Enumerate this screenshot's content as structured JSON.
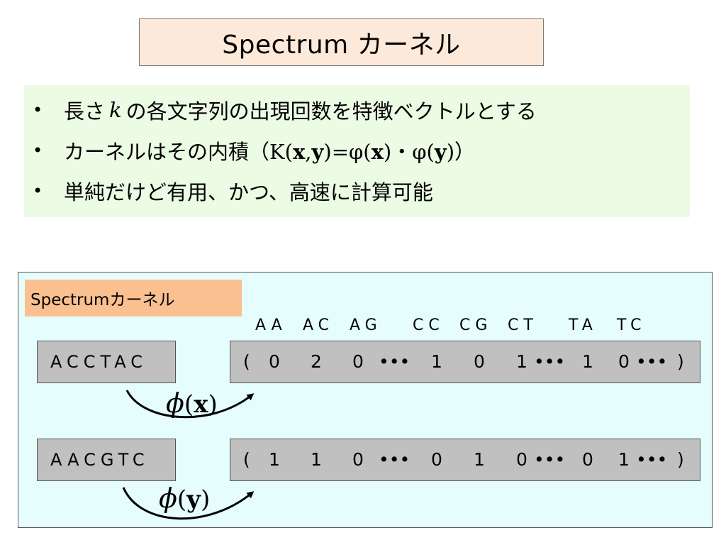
{
  "title": "Spectrum カーネル",
  "bullets": {
    "marker": "•",
    "item1": {
      "before": "長さ",
      "var": "k",
      "after": "の各文字列の出現回数を特徴ベクトルとする"
    },
    "item2": {
      "text": "カーネルはその内積（",
      "K": "K(",
      "x1": "x",
      "comma": ",",
      "y1": "y",
      "eq": ")=φ(",
      "x2": "x",
      "dot": ")・φ(",
      "y2": "y",
      "close": ")",
      "end": "）"
    },
    "item3": {
      "text": "単純だけど有用、かつ、高速に計算可能"
    }
  },
  "diagram": {
    "label": "Spectrumカーネル",
    "headers": [
      "AA",
      "AC",
      "AG",
      "CC",
      "CG",
      "CT",
      "TA",
      "TC"
    ],
    "rows": [
      {
        "sequence": "ACCTAC",
        "vector": [
          "(",
          "0",
          "2",
          "0",
          "•••",
          "1",
          "0",
          "1",
          "•••",
          "1",
          "0",
          "•••",
          ")"
        ],
        "map_symbol": "ϕ",
        "map_arg_open": "(",
        "map_arg": "x",
        "map_arg_close": ")"
      },
      {
        "sequence": "AACGTC",
        "vector": [
          "(",
          "1",
          "1",
          "0",
          "•••",
          "0",
          "1",
          "0",
          "•••",
          "0",
          "1",
          "•••",
          ")"
        ],
        "map_symbol": "ϕ",
        "map_arg_open": "(",
        "map_arg": "y",
        "map_arg_close": ")"
      }
    ]
  }
}
